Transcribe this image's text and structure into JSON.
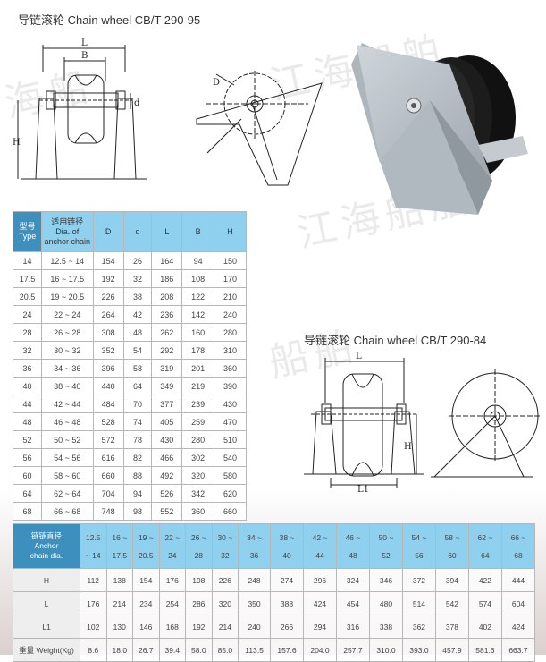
{
  "title_top": "导链滚轮 Chain wheel  CB/T 290-95",
  "title_mid": "导链滚轮 Chain wheel  CB/T 290-84",
  "drawing_labels": {
    "L": "L",
    "B": "B",
    "d": "d",
    "H": "H",
    "D": "D",
    "L1": "L1"
  },
  "watermark_chars": "江海船舶",
  "table1": {
    "headers": [
      "型号\nType",
      "适用链径\nDia. of\nanchor chain",
      "D",
      "d",
      "L",
      "B",
      "H"
    ],
    "rows": [
      [
        "14",
        "12.5 ~ 14",
        "154",
        "26",
        "164",
        "94",
        "150"
      ],
      [
        "17.5",
        "16 ~ 17.5",
        "192",
        "32",
        "186",
        "108",
        "170"
      ],
      [
        "20.5",
        "19 ~ 20.5",
        "226",
        "38",
        "208",
        "122",
        "210"
      ],
      [
        "24",
        "22 ~ 24",
        "264",
        "42",
        "236",
        "142",
        "240"
      ],
      [
        "28",
        "26 ~ 28",
        "308",
        "48",
        "262",
        "160",
        "280"
      ],
      [
        "32",
        "30 ~ 32",
        "352",
        "54",
        "292",
        "178",
        "310"
      ],
      [
        "36",
        "34 ~ 36",
        "396",
        "58",
        "319",
        "201",
        "360"
      ],
      [
        "40",
        "38 ~ 40",
        "440",
        "64",
        "349",
        "219",
        "390"
      ],
      [
        "44",
        "42 ~ 44",
        "484",
        "70",
        "377",
        "239",
        "430"
      ],
      [
        "48",
        "46 ~ 48",
        "528",
        "74",
        "405",
        "259",
        "470"
      ],
      [
        "52",
        "50 ~ 52",
        "572",
        "78",
        "430",
        "280",
        "510"
      ],
      [
        "56",
        "54 ~ 56",
        "616",
        "82",
        "466",
        "302",
        "540"
      ],
      [
        "60",
        "58 ~ 60",
        "660",
        "88",
        "492",
        "320",
        "580"
      ],
      [
        "64",
        "62 ~ 64",
        "704",
        "94",
        "526",
        "342",
        "620"
      ],
      [
        "68",
        "66 ~ 68",
        "748",
        "98",
        "552",
        "360",
        "660"
      ]
    ]
  },
  "table2": {
    "header_label": "链链直径\nAnchor\nchain dia.",
    "header_cols": [
      [
        "12.5",
        "~ 14"
      ],
      [
        "16 ~",
        "17.5"
      ],
      [
        "19 ~",
        "20.5"
      ],
      [
        "22 ~",
        "24"
      ],
      [
        "26 ~",
        "28"
      ],
      [
        "30 ~",
        "32"
      ],
      [
        "34 ~",
        "36"
      ],
      [
        "38 ~",
        "40"
      ],
      [
        "42 ~",
        "44"
      ],
      [
        "46 ~",
        "48"
      ],
      [
        "50 ~",
        "52"
      ],
      [
        "54 ~",
        "56"
      ],
      [
        "58 ~",
        "60"
      ],
      [
        "62 ~",
        "64"
      ],
      [
        "66 ~",
        "68"
      ]
    ],
    "rows": [
      {
        "label": "H",
        "values": [
          "112",
          "138",
          "154",
          "176",
          "198",
          "226",
          "248",
          "274",
          "296",
          "324",
          "346",
          "372",
          "394",
          "422",
          "444"
        ]
      },
      {
        "label": "L",
        "values": [
          "176",
          "214",
          "234",
          "254",
          "286",
          "320",
          "350",
          "388",
          "424",
          "454",
          "480",
          "514",
          "542",
          "574",
          "604"
        ]
      },
      {
        "label": "L1",
        "values": [
          "102",
          "130",
          "146",
          "168",
          "192",
          "214",
          "240",
          "266",
          "294",
          "316",
          "338",
          "362",
          "378",
          "402",
          "424"
        ]
      },
      {
        "label": "重量 Weight(Kg)",
        "values": [
          "8.6",
          "18.0",
          "26.7",
          "39.4",
          "58.0",
          "85.0",
          "113.5",
          "157.6",
          "204.0",
          "257.7",
          "310.0",
          "393.0",
          "457.9",
          "581.6",
          "663.7"
        ]
      }
    ]
  },
  "colors": {
    "header_dark": "#3d8fbd",
    "header_light": "#8fd0ee",
    "photo_plate": "#b9c1c9",
    "photo_wheel": "#1c1c1c"
  }
}
